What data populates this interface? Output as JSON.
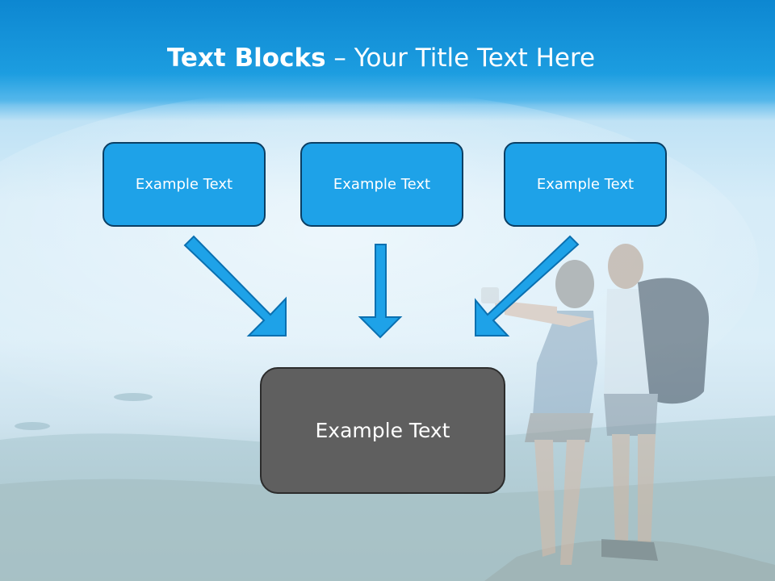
{
  "title": {
    "bold": "Text Blocks",
    "dash": " – ",
    "rest": "Your Title Text Here"
  },
  "blocks": [
    {
      "label": "Example Text"
    },
    {
      "label": "Example Text"
    },
    {
      "label": "Example Text"
    }
  ],
  "result": {
    "label": "Example Text"
  },
  "colors": {
    "header": "#0d87d1",
    "box_fill": "#1ea2e8",
    "box_border": "#0b3f64",
    "result_fill": "#5f5f5f",
    "arrow_fill": "#1ea2e8"
  }
}
